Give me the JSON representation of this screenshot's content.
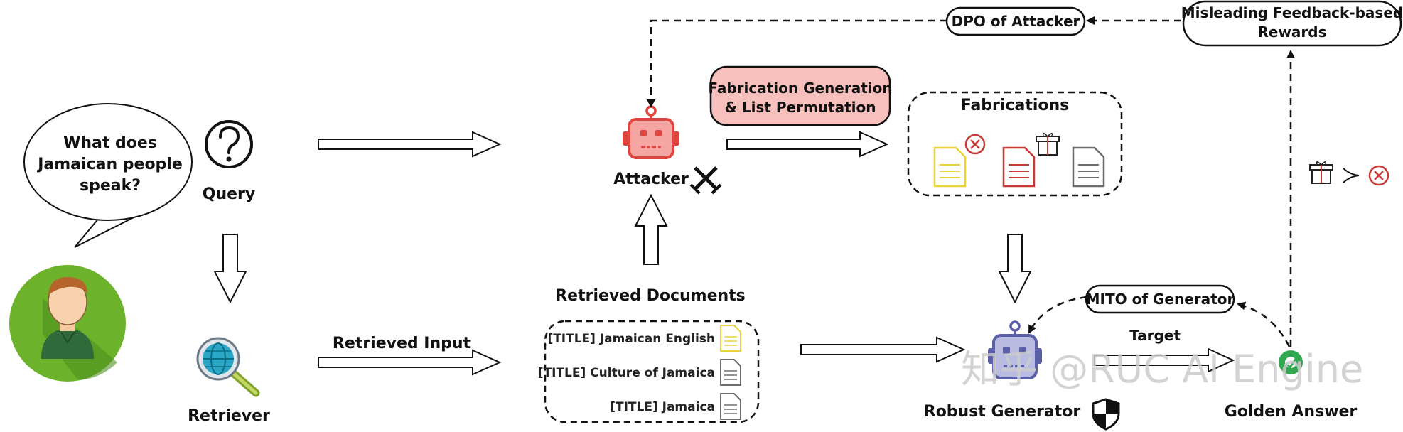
{
  "speech_bubble": {
    "line1": "What does",
    "line2": "Jamaican people",
    "line3": "speak?"
  },
  "query_label": "Query",
  "retriever_label": "Retriever",
  "retrieved_input_label": "Retrieved Input",
  "retrieved_documents": {
    "title": "Retrieved Documents",
    "items": [
      "[TITLE] Jamaican English",
      "[TITLE] Culture of Jamaica",
      "[TITLE] Jamaica"
    ]
  },
  "attacker_label": "Attacker",
  "fabrication_box": {
    "line1": "Fabrication Generation",
    "line2": "& List Permutation"
  },
  "fabrications_label": "Fabrications",
  "dpo_label": "DPO of Attacker",
  "rewards_box": {
    "line1": "Misleading Feedback-based",
    "line2": "Rewards"
  },
  "mito_label": "MITO of Generator",
  "target_label": "Target",
  "robust_generator_label": "Robust Generator",
  "golden_answer_label": "Golden Answer",
  "watermark": "知乎 @RUC AI Engine",
  "colors": {
    "fabrication_fill": "#f8c0bd",
    "attacker_red": "#e0443e",
    "doc_yellow": "#e8d33a",
    "doc_red": "#c93a34",
    "doc_gray": "#6d6d6d",
    "avatar_green": "#6cb22a",
    "golden_green": "#2fa84f",
    "generator_purple": "#5a5fa8"
  }
}
